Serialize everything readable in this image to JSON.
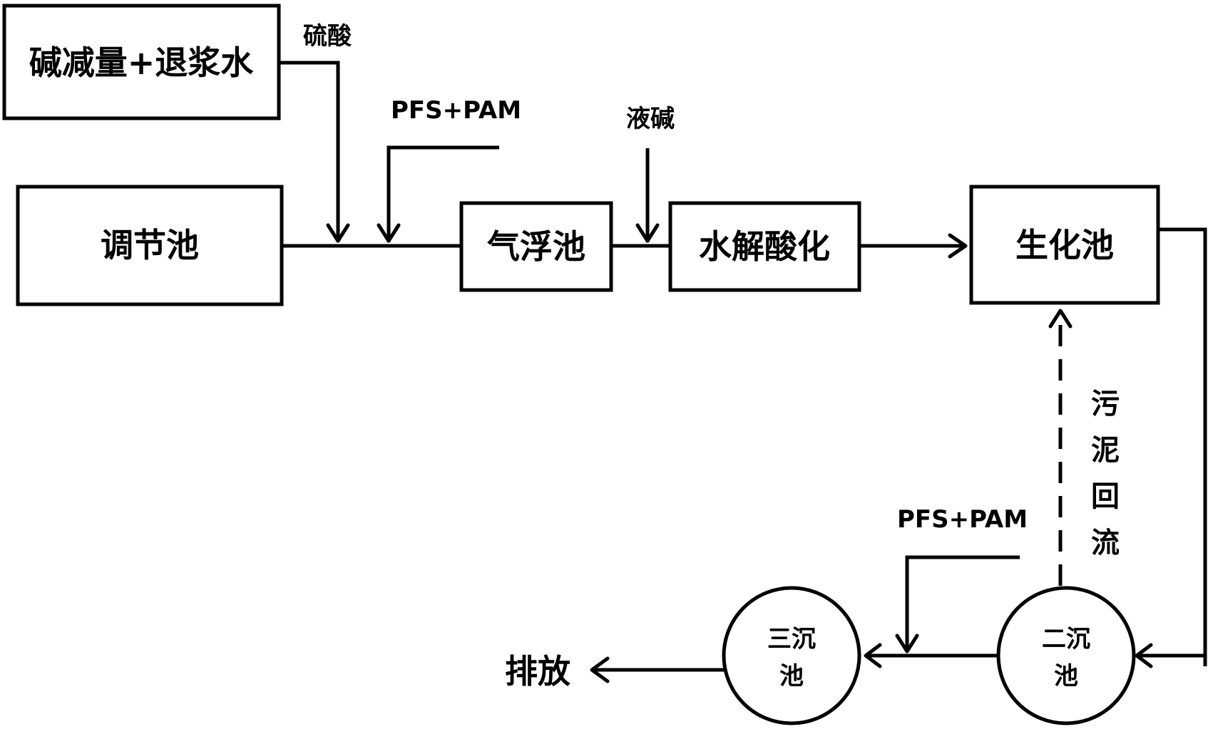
{
  "nodes": {
    "alkali_wastewater": "碱减量+退浆水",
    "regulating_tank": "调节池",
    "flotation_tank": "气浮池",
    "hydrolysis": "水解酸化",
    "bio_tank": "生化池",
    "secondary_clarifier": [
      "二沉",
      "池"
    ],
    "tertiary_clarifier": [
      "三沉",
      "池"
    ]
  },
  "chemicals": {
    "sulfuric_acid": "硫酸",
    "pfs_pam_1": "PFS+PAM",
    "liquid_caustic": "液碱",
    "pfs_pam_2": "PFS+PAM"
  },
  "labels": {
    "sludge_return": [
      "污",
      "泥",
      "回",
      "流"
    ],
    "discharge": "排放"
  }
}
